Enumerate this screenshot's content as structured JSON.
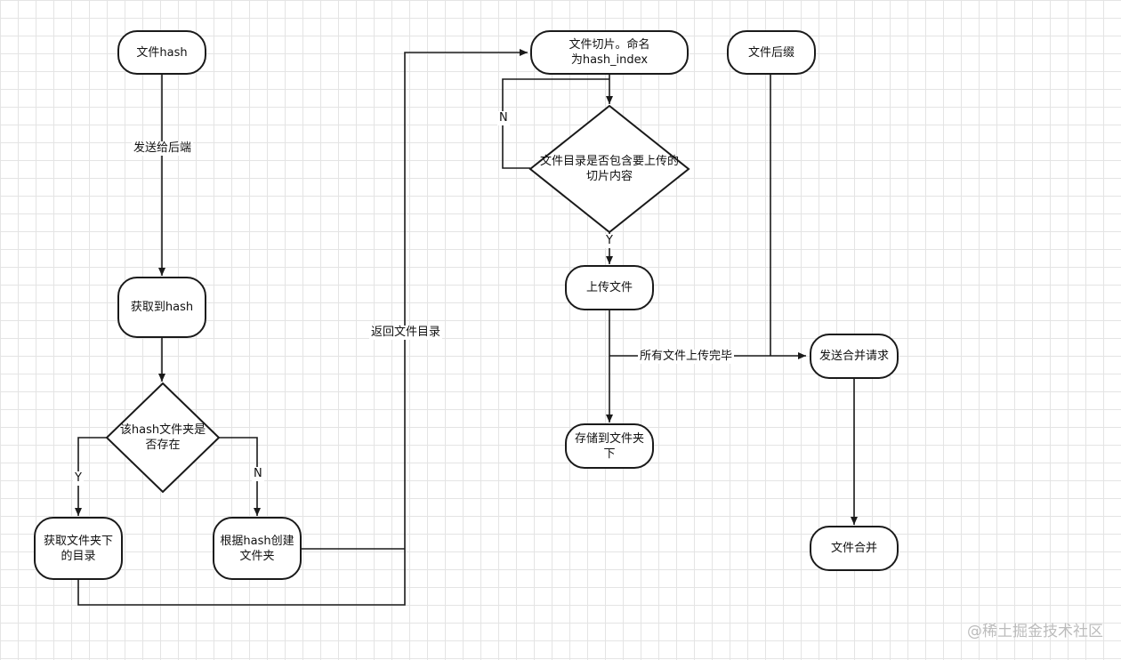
{
  "nodes": {
    "file_hash": "文件hash",
    "got_hash": "获取到hash",
    "folder_exists": "该hash文件夹是否存在",
    "get_folder_dir": "获取文件夹下的目录",
    "create_folder": "根据hash创建文件夹",
    "slice_file": "文件切片。命名为hash_index",
    "dir_contains_slice": "文件目录是否包含要上传的切片内容",
    "upload_file": "上传文件",
    "store_to_folder": "存储到文件夹下",
    "file_suffix": "文件后缀",
    "send_merge_request": "发送合并请求",
    "merge_file": "文件合并"
  },
  "edge_labels": {
    "send_to_backend": "发送给后端",
    "yes_left": "Y",
    "no_right": "N",
    "return_dir": "返回文件目录",
    "no_loop": "N",
    "yes_down": "Y",
    "all_uploaded": "所有文件上传完毕"
  },
  "watermark": "@稀土掘金技术社区"
}
